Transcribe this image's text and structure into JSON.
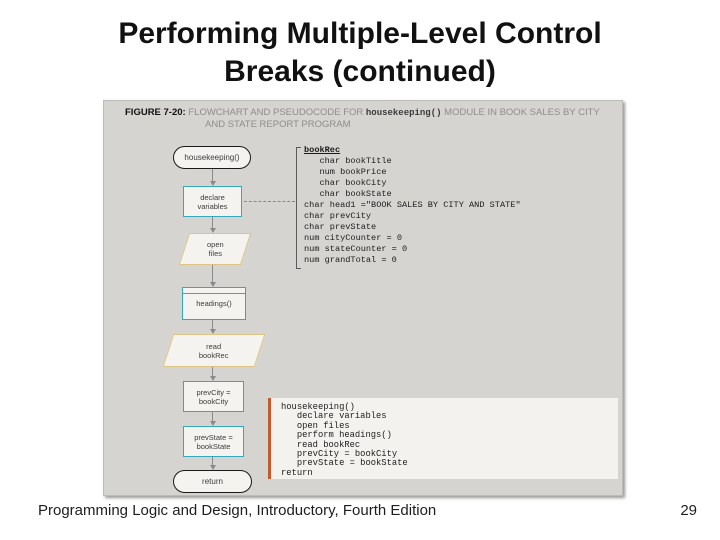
{
  "slide": {
    "title_line1": "Performing Multiple-Level Control",
    "title_line2": "Breaks (continued)",
    "footer": "Programming Logic and Design, Introductory, Fourth Edition",
    "page_number": "29"
  },
  "figure": {
    "caption": {
      "label": "FIGURE 7-20:",
      "text_before_code": "FLOWCHART AND PSEUDOCODE FOR ",
      "code": "housekeeping()",
      "text_after_code": " MODULE IN BOOK SALES BY CITY",
      "line2": "AND STATE REPORT PROGRAM"
    },
    "flowchart": {
      "nodes": [
        {
          "type": "terminal",
          "label": "housekeeping()"
        },
        {
          "type": "process",
          "label": "declare\nvariables"
        },
        {
          "type": "io",
          "label": "open\nfiles"
        },
        {
          "type": "predefined",
          "label": "headings()"
        },
        {
          "type": "io",
          "label": "read\nbookRec"
        },
        {
          "type": "process",
          "label": "prevCity =\nbookCity"
        },
        {
          "type": "process",
          "label": "prevState =\nbookState"
        },
        {
          "type": "terminal",
          "label": "return"
        }
      ]
    },
    "declarations": {
      "heading": "bookRec",
      "body": "   char bookTitle\n   num bookPrice\n   char bookCity\n   char bookState\nchar head1 =\"BOOK SALES BY CITY AND STATE\"\nchar prevCity\nchar prevState\nnum cityCounter = 0\nnum stateCounter = 0\nnum grandTotal = 0"
    },
    "pseudocode": "housekeeping()\n   declare variables\n   open files\n   perform headings()\n   read bookRec\n   prevCity = bookCity\n   prevState = bookState\nreturn",
    "colors": {
      "process_border": "#35a9bb",
      "io_border": "#dcc584",
      "terminal_border": "#1a1a1a",
      "pseudocode_accent": "#c45a2c",
      "figure_background": "#d6d4d0"
    }
  }
}
